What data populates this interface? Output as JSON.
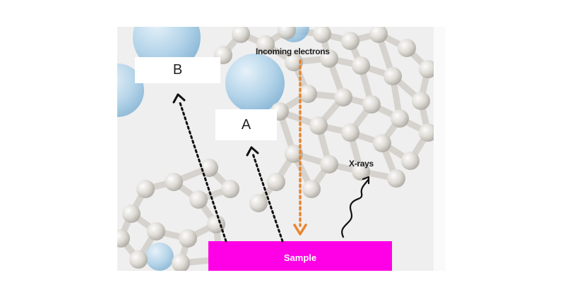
{
  "diagram": {
    "labels": {
      "b": "B",
      "a": "A",
      "incoming": "Incoming electrons",
      "xrays": "X-rays",
      "sample": "Sample"
    },
    "colors": {
      "sample_fill": "#ff00e6",
      "incoming_arrow": "#e8852f",
      "emitted_arrows": "#111111",
      "molecule_atoms": "#d8d5cf",
      "highlight_spheres": "#a9cfe8"
    },
    "icons": {
      "incoming": "dotted-arrow-down",
      "emitted": "dotted-arrow-up",
      "xray": "wavy-arrow"
    }
  }
}
